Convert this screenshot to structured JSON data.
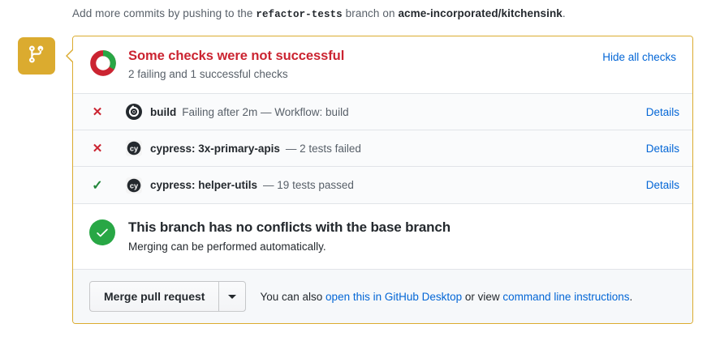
{
  "top_notice": {
    "prefix": "Add more commits by pushing to the ",
    "branch": "refactor-tests",
    "middle": " branch on ",
    "repo": "acme-incorporated/kitchensink",
    "suffix": "."
  },
  "branch_badge": {
    "icon": "git-merge-icon",
    "color": "#dbab2f"
  },
  "checks": {
    "title": "Some checks were not successful",
    "subtitle": "2 failing and 1 successful checks",
    "title_color": "#cb2431",
    "hide_all_label": "Hide all checks",
    "donut": {
      "success_fraction": 0.33,
      "failure_fraction": 0.67,
      "success_color": "#28a745",
      "failure_color": "#cb2431"
    },
    "rows": [
      {
        "status": "failure",
        "status_glyph": "✕",
        "avatar_icon": "github-actions-icon",
        "name": "build",
        "description": "Failing after 2m — Workflow: build",
        "details_label": "Details"
      },
      {
        "status": "failure",
        "status_glyph": "✕",
        "avatar_icon": "cypress-icon",
        "name": "cypress: 3x-primary-apis",
        "description": "— 2 tests failed",
        "details_label": "Details"
      },
      {
        "status": "success",
        "status_glyph": "✓",
        "avatar_icon": "cypress-icon",
        "name": "cypress: helper-utils",
        "description": "— 19 tests passed",
        "details_label": "Details"
      }
    ]
  },
  "conflicts": {
    "icon": "check-circle-icon",
    "icon_color": "#28a745",
    "title": "This branch has no conflicts with the base branch",
    "subtitle": "Merging can be performed automatically."
  },
  "footer": {
    "merge_button_label": "Merge pull request",
    "dropdown_icon": "chevron-down-icon",
    "note_prefix": "You can also ",
    "link_desktop": "open this in GitHub Desktop",
    "note_middle": " or view ",
    "link_cli": "command line instructions",
    "note_suffix": "."
  }
}
